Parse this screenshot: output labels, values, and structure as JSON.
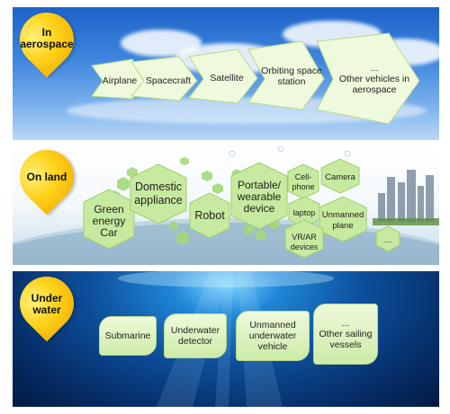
{
  "sections": {
    "air": {
      "label_line1": "In",
      "label_line2": "aerospace"
    },
    "land": {
      "label": "On land"
    },
    "water": {
      "label_line1": "Under",
      "label_line2": "water"
    }
  },
  "aerospace_items": [
    {
      "line1": "Airplane",
      "line2": ""
    },
    {
      "line1": "Spacecraft",
      "line2": ""
    },
    {
      "line1": "Satellite",
      "line2": ""
    },
    {
      "line1": "Orbiting space",
      "line2": "station"
    },
    {
      "line1": "...",
      "line2": "Other vehicles in",
      "line3": "aerospace"
    }
  ],
  "land_items": {
    "green_car": [
      "Green",
      "energy",
      "Car"
    ],
    "domestic": [
      "Domestic",
      "appliance"
    ],
    "robot": [
      "Robot"
    ],
    "portable": [
      "Portable/",
      "wearable",
      "device"
    ],
    "cellphone": [
      "Cell-",
      "phone"
    ],
    "camera": [
      "Camera"
    ],
    "laptop": [
      "laptop"
    ],
    "unmanned_plane": [
      "Unmanned",
      "plane"
    ],
    "vrar": [
      "VR/AR",
      "devices"
    ],
    "more": [
      "..."
    ]
  },
  "underwater_items": [
    {
      "line1": "Submarine",
      "line2": "",
      "line3": ""
    },
    {
      "line1": "Underwater",
      "line2": "detector",
      "line3": ""
    },
    {
      "line1": "Unmanned",
      "line2": "underwater",
      "line3": "vehicle"
    },
    {
      "line1": "...",
      "line2": "Other sailing",
      "line3": "vessels"
    }
  ],
  "colors": {
    "pin": "#ffd21a",
    "hex_fill": "#c8eaa0",
    "hex_border": "#9cd06a",
    "chevron_fill": "#eefadb"
  }
}
